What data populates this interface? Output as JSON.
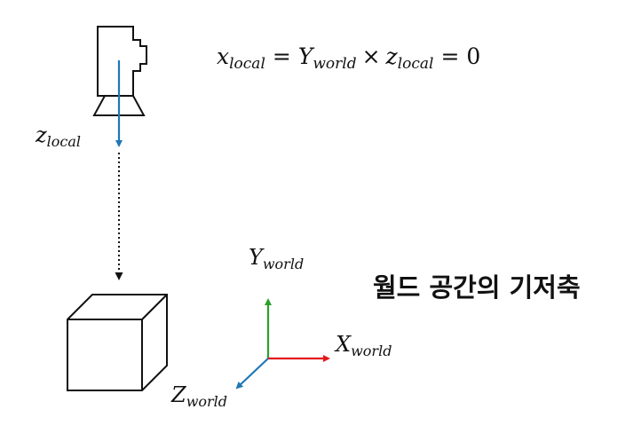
{
  "equation": {
    "x_base": "x",
    "x_sub": "local",
    "eq1": "=",
    "Y_base": "Y",
    "Y_sub": "world",
    "times": "×",
    "z_base": "z",
    "z_sub": "local",
    "eq2": "=",
    "zero": "0"
  },
  "camera_axis_label": {
    "base": "z",
    "sub": "local"
  },
  "world_axes": {
    "y": {
      "base": "Y",
      "sub": "world",
      "color": "#2ca02c"
    },
    "x": {
      "base": "X",
      "sub": "world",
      "color": "#e31a1c"
    },
    "z": {
      "base": "Z",
      "sub": "world",
      "color": "#1f77b4"
    }
  },
  "camera_axis_color": "#1f77b4",
  "korean_title": "월드 공간의 기저축"
}
